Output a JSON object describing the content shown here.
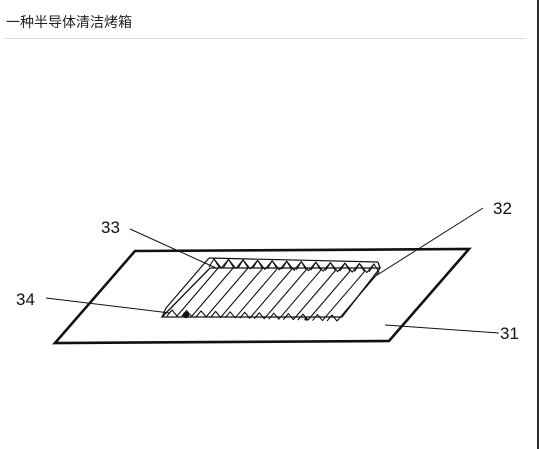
{
  "document": {
    "title": "一种半导体清洁烤箱"
  },
  "figure": {
    "labels": {
      "fin_array": "33",
      "electrode": "32",
      "terminal": "34",
      "base_plate": "31"
    }
  }
}
